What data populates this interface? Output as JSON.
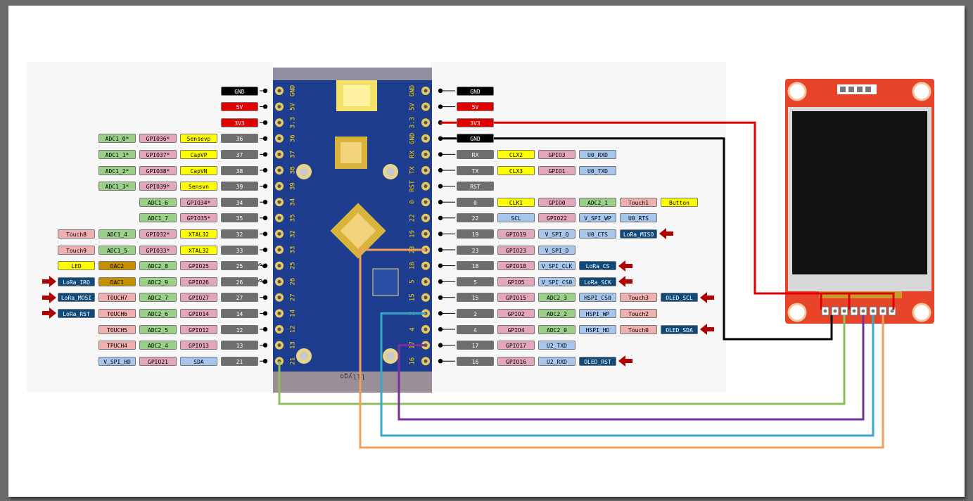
{
  "colors": {
    "board": "#1f3d8f",
    "wire_red": "#e10000",
    "wire_black": "#000000",
    "wire_green": "#8ebf5a",
    "wire_purple": "#7a2f9c",
    "wire_cyan": "#3aa7c7",
    "wire_orange": "#f0a05a",
    "display_pcb": "#e8442a"
  },
  "board": {
    "silk_left": [
      "GND",
      "5V",
      "3.3",
      "36",
      "37",
      "38",
      "39",
      "34",
      "35",
      "32",
      "33",
      "25",
      "26",
      "27",
      "14",
      "12",
      "13",
      "21"
    ],
    "silk_right": [
      "GND",
      "5V",
      "3.3",
      "GND",
      "RX",
      "TX",
      "RST",
      "0",
      "22",
      "19",
      "23",
      "18",
      "5",
      "15",
      "2",
      "4",
      "17",
      "16"
    ],
    "bottom_text": "lilygo"
  },
  "left_pins": [
    {
      "cells": [
        {
          "t": "GND",
          "c": "gnd"
        }
      ]
    },
    {
      "cells": [
        {
          "t": "5V",
          "c": "pwr"
        }
      ]
    },
    {
      "cells": [
        {
          "t": "3V3",
          "c": "pwr"
        }
      ]
    },
    {
      "cells": [
        {
          "t": "ADC1_0*",
          "c": "adc"
        },
        {
          "t": "GPIO36*",
          "c": "gpio"
        },
        {
          "t": "Sensevp",
          "c": "yel"
        },
        {
          "t": "36",
          "c": "num"
        }
      ]
    },
    {
      "cells": [
        {
          "t": "ADC1_1*",
          "c": "adc"
        },
        {
          "t": "GPIO37*",
          "c": "gpio"
        },
        {
          "t": "CapVP",
          "c": "yel"
        },
        {
          "t": "37",
          "c": "num"
        }
      ]
    },
    {
      "cells": [
        {
          "t": "ADC1_2*",
          "c": "adc"
        },
        {
          "t": "GPIO38*",
          "c": "gpio"
        },
        {
          "t": "CapVN",
          "c": "yel"
        },
        {
          "t": "38",
          "c": "num"
        }
      ]
    },
    {
      "cells": [
        {
          "t": "ADC1_3*",
          "c": "adc"
        },
        {
          "t": "GPIO39*",
          "c": "gpio"
        },
        {
          "t": "Sensvn",
          "c": "yel"
        },
        {
          "t": "39",
          "c": "num"
        }
      ]
    },
    {
      "cells": [
        {
          "t": "ADC1_6",
          "c": "adc"
        },
        {
          "t": "GPIO34*",
          "c": "gpio"
        },
        {
          "t": "34",
          "c": "num"
        }
      ]
    },
    {
      "cells": [
        {
          "t": "ADC1_7",
          "c": "adc"
        },
        {
          "t": "GPIO35*",
          "c": "gpio"
        },
        {
          "t": "35",
          "c": "num"
        }
      ]
    },
    {
      "cells": [
        {
          "t": "Touch8",
          "c": "pink"
        },
        {
          "t": "ADC1_4",
          "c": "adc"
        },
        {
          "t": "GPIO32*",
          "c": "gpio"
        },
        {
          "t": "XTAL32",
          "c": "yel"
        },
        {
          "t": "32",
          "c": "num"
        }
      ]
    },
    {
      "cells": [
        {
          "t": "Touch9",
          "c": "pink"
        },
        {
          "t": "ADC1_5",
          "c": "adc"
        },
        {
          "t": "GPIO33*",
          "c": "gpio"
        },
        {
          "t": "XTAL32",
          "c": "yel"
        },
        {
          "t": "33",
          "c": "num"
        }
      ]
    },
    {
      "cells": [
        {
          "t": "LED",
          "c": "yel"
        },
        {
          "t": "DAC2",
          "c": "dac"
        },
        {
          "t": "ADC2_8",
          "c": "adc"
        },
        {
          "t": "GPIO25",
          "c": "gpio"
        },
        {
          "t": "25",
          "c": "num"
        }
      ]
    },
    {
      "cells": [
        {
          "t": "LoRa_IRQ",
          "c": "lora"
        },
        {
          "t": "DAC1",
          "c": "dac"
        },
        {
          "t": "ADC2_9",
          "c": "adc"
        },
        {
          "t": "GPIO26",
          "c": "gpio"
        },
        {
          "t": "26",
          "c": "num"
        }
      ],
      "arrow": true
    },
    {
      "cells": [
        {
          "t": "LoRa_MOSI",
          "c": "lora"
        },
        {
          "t": "TOUCH7",
          "c": "pink"
        },
        {
          "t": "ADC2_7",
          "c": "adc"
        },
        {
          "t": "GPIO27",
          "c": "gpio"
        },
        {
          "t": "27",
          "c": "num"
        }
      ],
      "arrow": true
    },
    {
      "cells": [
        {
          "t": "LoRa_RST",
          "c": "lora"
        },
        {
          "t": "TOUCH6",
          "c": "pink"
        },
        {
          "t": "ADC2_6",
          "c": "adc"
        },
        {
          "t": "GPIO14",
          "c": "gpio"
        },
        {
          "t": "14",
          "c": "num"
        }
      ],
      "arrow": true
    },
    {
      "cells": [
        {
          "t": "TOUCH5",
          "c": "pink"
        },
        {
          "t": "ADC2_5",
          "c": "adc"
        },
        {
          "t": "GPIO12",
          "c": "gpio"
        },
        {
          "t": "12",
          "c": "num"
        }
      ]
    },
    {
      "cells": [
        {
          "t": "TPUCH4",
          "c": "pink"
        },
        {
          "t": "ADC2_4",
          "c": "adc"
        },
        {
          "t": "GPIO13",
          "c": "gpio"
        },
        {
          "t": "13",
          "c": "num"
        }
      ]
    },
    {
      "cells": [
        {
          "t": "V_SPI_HD",
          "c": "blu"
        },
        {
          "t": "GPIO21",
          "c": "gpio"
        },
        {
          "t": "SDA",
          "c": "blu"
        },
        {
          "t": "21",
          "c": "num"
        }
      ]
    }
  ],
  "right_pins": [
    {
      "cells": [
        {
          "t": "GND",
          "c": "gnd"
        }
      ]
    },
    {
      "cells": [
        {
          "t": "5V",
          "c": "pwr"
        }
      ]
    },
    {
      "cells": [
        {
          "t": "3V3",
          "c": "pwr"
        }
      ]
    },
    {
      "cells": [
        {
          "t": "GND",
          "c": "gnd"
        }
      ]
    },
    {
      "cells": [
        {
          "t": "RX",
          "c": "rx"
        },
        {
          "t": "CLX2",
          "c": "yel"
        },
        {
          "t": "GPIO3",
          "c": "gpio"
        },
        {
          "t": "U0_RXD",
          "c": "blu"
        }
      ]
    },
    {
      "cells": [
        {
          "t": "TX",
          "c": "rx"
        },
        {
          "t": "CLX3",
          "c": "yel"
        },
        {
          "t": "GPIO1",
          "c": "gpio"
        },
        {
          "t": "U0_TXD",
          "c": "blu"
        }
      ]
    },
    {
      "cells": [
        {
          "t": "RST",
          "c": "rx"
        }
      ]
    },
    {
      "cells": [
        {
          "t": "0",
          "c": "num"
        },
        {
          "t": "CLK1",
          "c": "yel"
        },
        {
          "t": "GPIO0",
          "c": "gpio"
        },
        {
          "t": "ADC2_1",
          "c": "adc"
        },
        {
          "t": "Touch1",
          "c": "pink"
        },
        {
          "t": "Button",
          "c": "yel"
        }
      ]
    },
    {
      "cells": [
        {
          "t": "22",
          "c": "num"
        },
        {
          "t": "SCL",
          "c": "blu"
        },
        {
          "t": "GPIO22",
          "c": "gpio"
        },
        {
          "t": "V_SPI_WP",
          "c": "blu"
        },
        {
          "t": "U0_RTS",
          "c": "blu"
        }
      ]
    },
    {
      "cells": [
        {
          "t": "19",
          "c": "num"
        },
        {
          "t": "GPIO19",
          "c": "gpio"
        },
        {
          "t": "V_SPI_Q",
          "c": "blu"
        },
        {
          "t": "U0_CTS",
          "c": "blu"
        },
        {
          "t": "LoRa_MISO",
          "c": "lora"
        }
      ],
      "arrow": true
    },
    {
      "cells": [
        {
          "t": "23",
          "c": "num"
        },
        {
          "t": "GPIO23",
          "c": "gpio"
        },
        {
          "t": "V_SPI_D",
          "c": "blu"
        }
      ]
    },
    {
      "cells": [
        {
          "t": "18",
          "c": "num"
        },
        {
          "t": "GPIO18",
          "c": "gpio"
        },
        {
          "t": "V_SPI_CLK",
          "c": "blu"
        },
        {
          "t": "LoRa_CS",
          "c": "lora"
        }
      ],
      "arrow": true
    },
    {
      "cells": [
        {
          "t": "5",
          "c": "num"
        },
        {
          "t": "GPIO5",
          "c": "gpio"
        },
        {
          "t": "V_SPI_CS0",
          "c": "blu"
        },
        {
          "t": "LoRa_SCK",
          "c": "lora"
        }
      ],
      "arrow": true
    },
    {
      "cells": [
        {
          "t": "15",
          "c": "num"
        },
        {
          "t": "GPIO15",
          "c": "gpio"
        },
        {
          "t": "ADC2_3",
          "c": "adc"
        },
        {
          "t": "HSPI_CS0",
          "c": "blu"
        },
        {
          "t": "Touch3",
          "c": "pink"
        },
        {
          "t": "OLED_SCL",
          "c": "lora"
        }
      ],
      "arrow": true
    },
    {
      "cells": [
        {
          "t": "2",
          "c": "num"
        },
        {
          "t": "GPIO2",
          "c": "gpio"
        },
        {
          "t": "ADC2_2",
          "c": "adc"
        },
        {
          "t": "HSPI_WP",
          "c": "blu"
        },
        {
          "t": "Touch2",
          "c": "pink"
        }
      ]
    },
    {
      "cells": [
        {
          "t": "4",
          "c": "num"
        },
        {
          "t": "GPIO4",
          "c": "gpio"
        },
        {
          "t": "ADC2_0",
          "c": "adc"
        },
        {
          "t": "HSPI_HD",
          "c": "blu"
        },
        {
          "t": "Touch0",
          "c": "pink"
        },
        {
          "t": "OLED_SDA",
          "c": "lora"
        }
      ],
      "arrow": true
    },
    {
      "cells": [
        {
          "t": "17",
          "c": "num"
        },
        {
          "t": "GPIO17",
          "c": "gpio"
        },
        {
          "t": "U2_TXD",
          "c": "blu"
        }
      ]
    },
    {
      "cells": [
        {
          "t": "16",
          "c": "num"
        },
        {
          "t": "GPIO16",
          "c": "gpio"
        },
        {
          "t": "U2_RXD",
          "c": "blu"
        },
        {
          "t": "OLED_RST",
          "c": "lora"
        }
      ],
      "arrow": true
    }
  ]
}
